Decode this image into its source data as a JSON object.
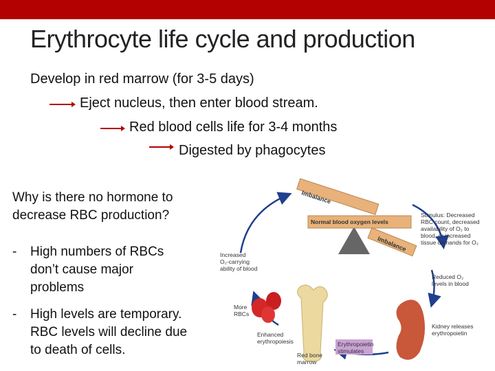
{
  "title": "Erythrocyte life cycle and production",
  "steps": [
    "Develop in red marrow (for 3-5 days)",
    "Eject nucleus, then enter blood stream.",
    "Red blood cells life for 3-4 months",
    "Digested by phagocytes"
  ],
  "question": {
    "line1": "Why is there no hormone to",
    "line2": "decrease RBC production?"
  },
  "bullets": [
    {
      "dash": "-",
      "lines": [
        "High numbers of RBCs",
        "don’t cause major",
        "problems"
      ]
    },
    {
      "dash": "-",
      "lines": [
        "High levels are temporary.",
        "RBC levels will decline due",
        "to death of cells."
      ]
    }
  ],
  "diagram": {
    "imbalance_top": "Imbalance",
    "imbalance_bottom": "Imbalance",
    "plank_label": "Normal blood oxygen levels",
    "stimulus": [
      "Stimulus: Decreased",
      "RBC count, decreased",
      "availability of O₂ to",
      "blood, or increased",
      "tissue demands for O₂"
    ],
    "reduced": [
      "Reduced O₂",
      "levels in blood"
    ],
    "kidney": [
      "Kidney releases",
      "erythropoietin"
    ],
    "epo": [
      "Erythropoietin",
      "stimulates"
    ],
    "marrow": [
      "Red bone",
      "marrow"
    ],
    "enhanced": [
      "Enhanced",
      "erythropoiesis"
    ],
    "more_rbcs": [
      "More",
      "RBCs"
    ],
    "increased": [
      "Increased",
      "O₂-carrying",
      "ability of blood"
    ],
    "colors": {
      "plank": "#e8b27a",
      "arrow": "#1f3f8f",
      "rbc": "#d42828",
      "kidney": "#c9573a",
      "epo_box": "#c9a3d4",
      "bone": "#ecd9a0"
    }
  }
}
